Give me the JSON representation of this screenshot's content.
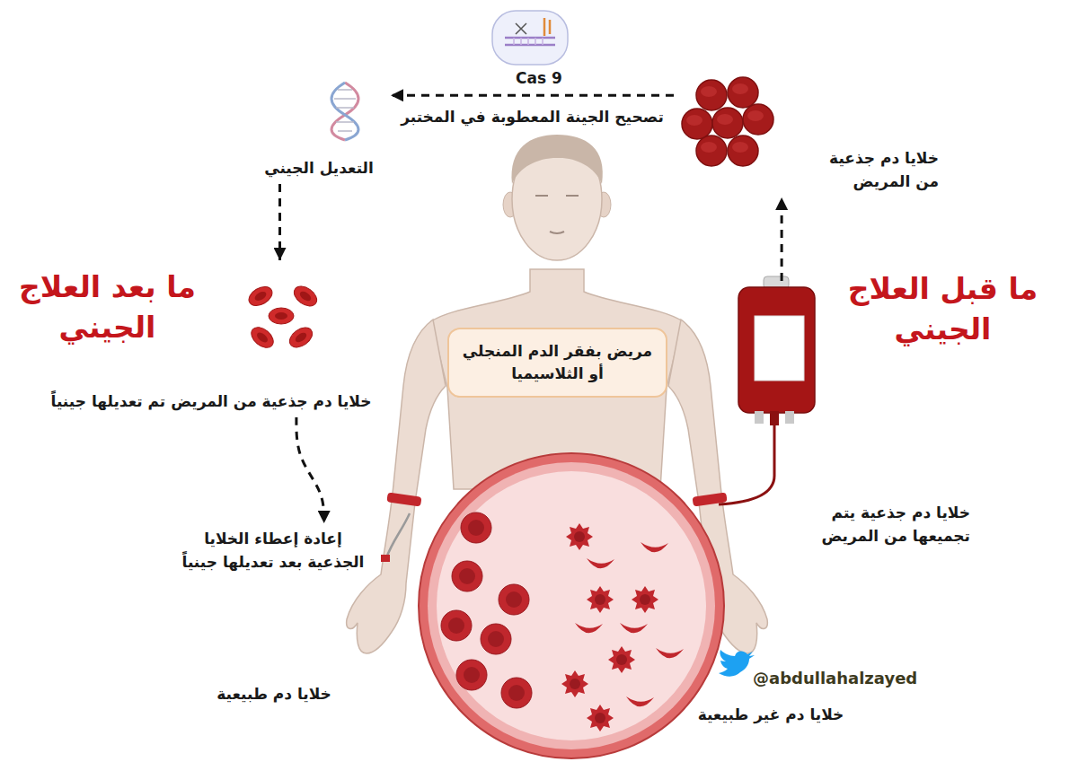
{
  "diagram": {
    "nodes": [
      {
        "text": [
          "خلايا دم جذعية يتم تجميعها من المريض"
        ]
      },
      {
        "text": [
          "خلايا دم جذعية من المريض"
        ]
      },
      {
        "text": [
          "التعديل الجيني"
        ]
      },
      {
        "text": [
          "خلايا دم جذعية من المريض تم تعديلها جينياً"
        ]
      },
      {
        "text": [
          "إعادة إعطاء الخلايا الجذعية بعد تعديلها جينياً"
        ]
      },
      {
        "text": [
          "مريض بفقر الدم المنجلي أو الثلاسيميا"
        ]
      }
    ],
    "edges": [
      {
        "from": 0,
        "to": 1,
        "arrow": "to"
      },
      {
        "from": 1,
        "to": 2,
        "label": "تصحيح الجينة المعطوبة في المختبر",
        "arrow": "to"
      },
      {
        "from": 2,
        "to": 3,
        "arrow": "to"
      },
      {
        "from": 3,
        "to": 4,
        "arrow": "to"
      }
    ],
    "labels": [
      "Cas 9",
      "ما قبل العلاج الجيني",
      "ما بعد العلاج الجيني",
      "@abdullahalzayed",
      "خلايا دم طبيعية",
      "خلايا دم غير طبيعية"
    ]
  }
}
